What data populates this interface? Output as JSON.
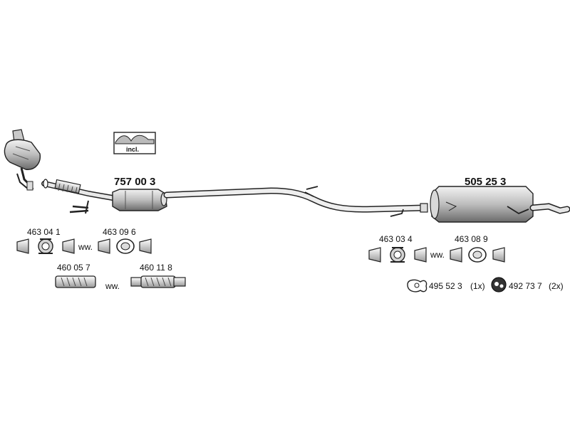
{
  "main_parts": {
    "catalytic_converter": "757 00 3",
    "rear_silencer": "505 25 3"
  },
  "incl_label": "incl.",
  "clamps_left": [
    {
      "part": "463 04 1"
    },
    {
      "part": "463 09 6"
    }
  ],
  "clamps_right": [
    {
      "part": "463 03 4"
    },
    {
      "part": "463 08 9"
    }
  ],
  "flex_pipes": [
    {
      "part": "460 05 7"
    },
    {
      "part": "460 11 8"
    }
  ],
  "alt_marker": "ww.",
  "gasket": {
    "part": "495 52 3",
    "qty": "(1x)"
  },
  "rubber_mount": {
    "part": "492 73 7",
    "qty": "(2x)"
  }
}
